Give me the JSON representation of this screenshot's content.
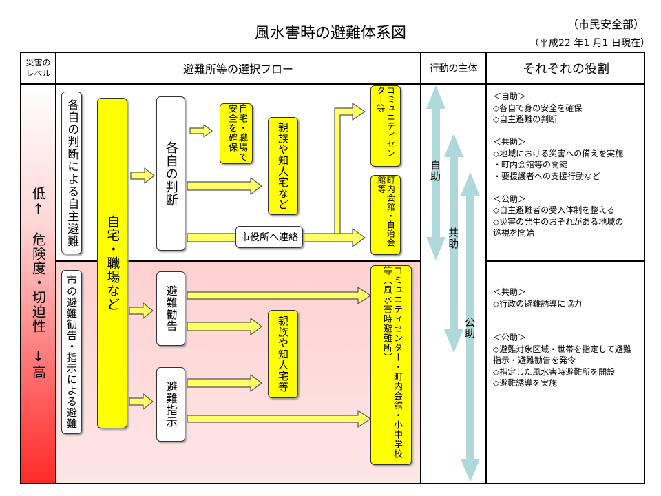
{
  "header": {
    "title": "風水害時の避難体系図",
    "department": "（市民安全部）",
    "date": "（平成22 年1 月1 日現在）"
  },
  "table_header": {
    "level": "災害の\nレベル",
    "flow": "避難所等の選択フロー",
    "actor": "行動の主体",
    "role": "それぞれの役割"
  },
  "level_label": "低↑　危険度・切迫性　↓高",
  "upper": {
    "category": "各自の判断による自主避難",
    "origin": "自宅・職場など",
    "judgment": "各自の判断",
    "safety": "自宅・職場で安全を確保",
    "relatives": "親族や知人宅など",
    "city_hall": "市役所へ連絡",
    "community_center": "コミュニティセンター等",
    "town_hall": "町内会館・自治会館等"
  },
  "lower": {
    "category": "市の避難勧告・指示による避難",
    "advisory": "避難勧告",
    "order": "避難指示",
    "relatives": "親族や知人宅等",
    "shelters": "コミュニティセンター・町内会館・小中学校等（風水害時避難所）"
  },
  "actors": {
    "self": "自助",
    "mutual": "共助",
    "public": "公助"
  },
  "roles_upper": [
    "＜自助＞",
    "◇各自で身の安全を確保",
    "◇自主避難の判断",
    "",
    "＜共助＞",
    "◇地域における災害への備えを実施",
    "・町内会館等の開錠",
    "・要援護者への支援行動など",
    "",
    "＜公助＞",
    "◇自主避難者の受入体制を整える",
    "◇災害の発生のおそれがある地域の",
    "巡視を開始"
  ],
  "roles_lower": [
    "＜共助＞",
    "◇行政の避難誘導に協力",
    "",
    "",
    "＜公助＞",
    "◇避難対象区域・世帯を指定して避難",
    "指示・避難勧告を発令",
    "◇指定した風水害時避難所を開設",
    "◇避難誘導を実施"
  ],
  "colors": {
    "highlight_yellow": "#ffff00",
    "arrow_fill": "#ffff66",
    "actor_arrow": "#aed8da",
    "danger_red": "#ff2a2a",
    "lower_bg": "#fdd0d0"
  }
}
